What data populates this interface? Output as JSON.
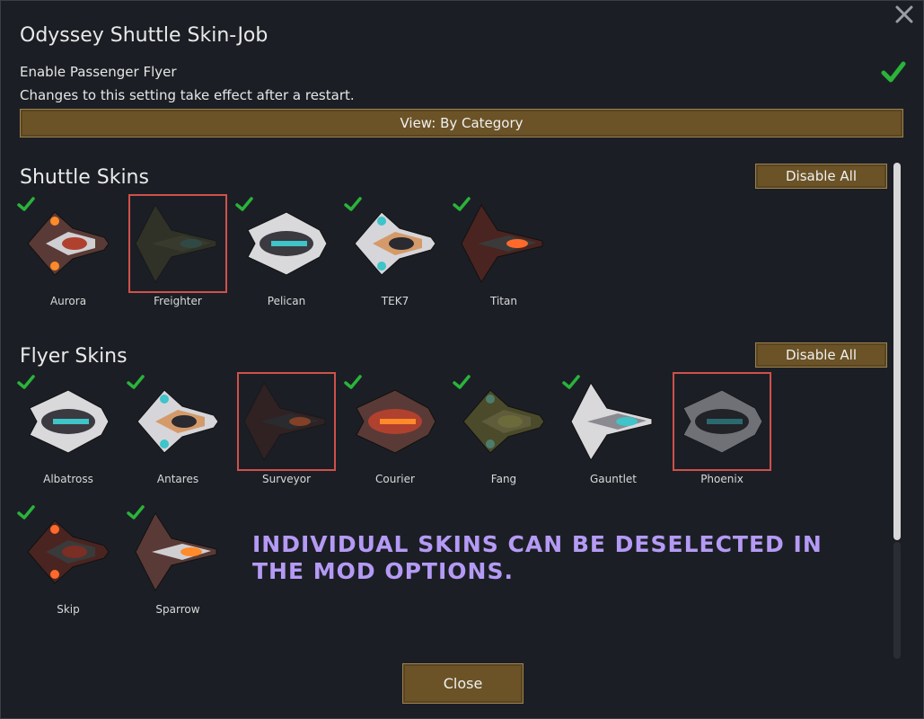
{
  "dialog": {
    "title": "Odyssey Shuttle Skin-Job",
    "option_label": "Enable Passenger Flyer",
    "option_note": "Changes to this setting take effect after a restart.",
    "option_enabled": true,
    "view_button": "View: By Category",
    "close_button": "Close"
  },
  "shuttle_section": {
    "title": "Shuttle Skins",
    "disable_all": "Disable All",
    "skins": [
      {
        "name": "Aurora",
        "enabled": true
      },
      {
        "name": "Freighter",
        "enabled": false
      },
      {
        "name": "Pelican",
        "enabled": true
      },
      {
        "name": "TEK7",
        "enabled": true
      },
      {
        "name": "Titan",
        "enabled": true
      }
    ]
  },
  "flyer_section": {
    "title": "Flyer Skins",
    "disable_all": "Disable All",
    "skins": [
      {
        "name": "Albatross",
        "enabled": true
      },
      {
        "name": "Antares",
        "enabled": true
      },
      {
        "name": "Surveyor",
        "enabled": false
      },
      {
        "name": "Courier",
        "enabled": true
      },
      {
        "name": "Fang",
        "enabled": true
      },
      {
        "name": "Gauntlet",
        "enabled": true
      },
      {
        "name": "Phoenix",
        "enabled": false
      },
      {
        "name": "Skip",
        "enabled": true
      },
      {
        "name": "Sparrow",
        "enabled": true
      }
    ]
  },
  "overlay_caption": "Individual skins can be deselected in the mod options.",
  "colors": {
    "button_brown": "#6b5327",
    "check_green": "#2bb33a",
    "deselect_red": "#d0504a",
    "caption_purple": "#b59af5"
  }
}
